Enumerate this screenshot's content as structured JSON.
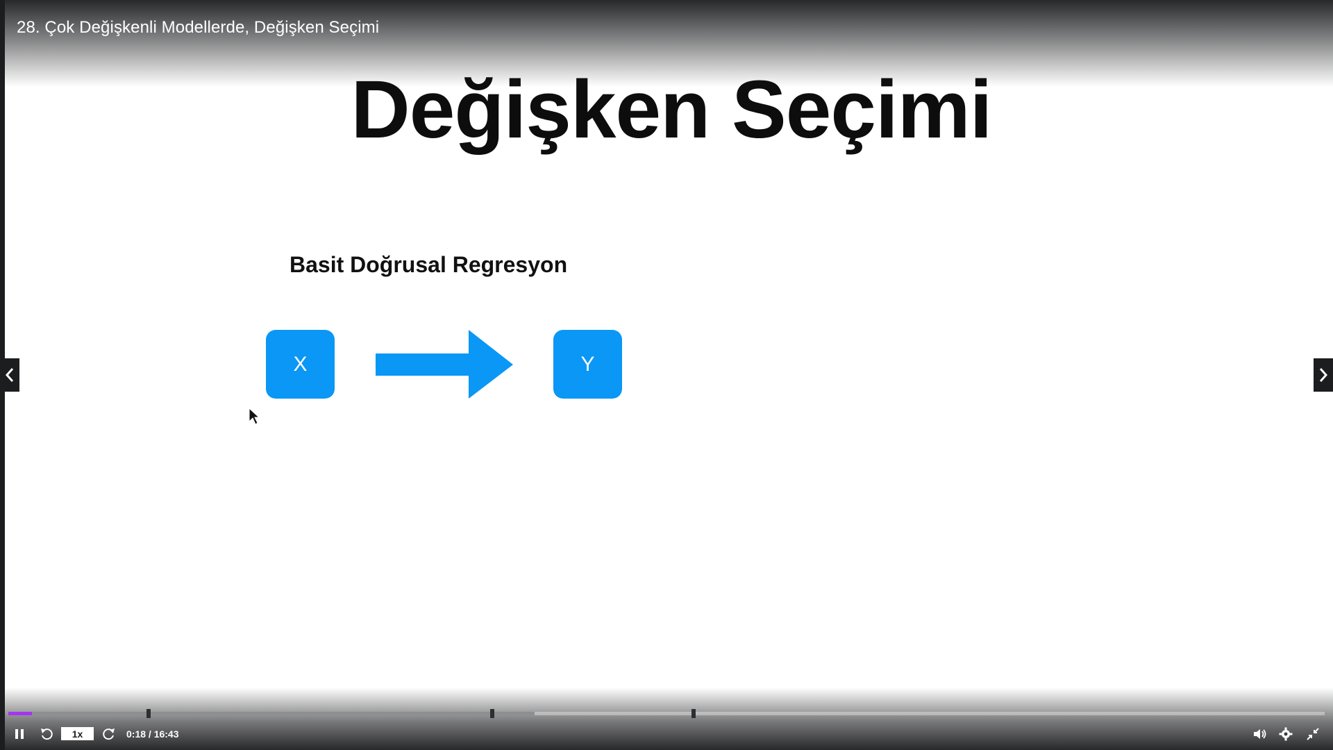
{
  "player": {
    "lecture_title": "28. Çok Değişkenli Modellerde, Değişken Seçimi",
    "speed": "1x",
    "time_display": "0:18 / 16:43",
    "progress_played_fraction": 0.018,
    "progress_buffered_fraction": 0.4,
    "accent_color": "#a435f0"
  },
  "slide": {
    "title": "Değişken Seçimi",
    "subtitle": "Basit Doğrusal Regresyon",
    "node_x": "X",
    "node_y": "Y",
    "node_color": "#0a97f5"
  },
  "icons": {
    "prev": "chevron-left-icon",
    "next": "chevron-right-icon",
    "pause": "pause-icon",
    "rewind": "rewind-icon",
    "forward": "forward-icon",
    "volume": "volume-icon",
    "settings": "gear-icon",
    "exit_fullscreen": "exit-fullscreen-icon"
  }
}
